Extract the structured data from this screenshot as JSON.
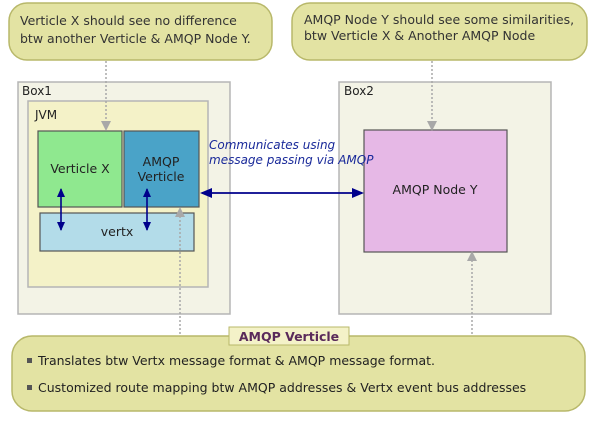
{
  "notes": {
    "left": {
      "line1": "Verticle X should see no difference",
      "line2": "btw another Verticle & AMQP Node Y."
    },
    "right": {
      "line1": "AMQP Node Y should see some similarities,",
      "line2": "btw Verticle X & Another AMQP Node"
    }
  },
  "boxes": {
    "box1": "Box1",
    "jvm": "JVM",
    "verticle_x": "Verticle X",
    "amqp_verticle_line1": "AMQP",
    "amqp_verticle_line2": "Verticle",
    "vertx": "vertx",
    "box2": "Box2",
    "amqp_node_y": "AMQP Node Y"
  },
  "communication": {
    "line1": "Communicates using",
    "line2": "message passing via AMQP"
  },
  "amqp_verticle_panel": {
    "title": "AMQP Verticle",
    "bullets": [
      "Translates btw Vertx message format & AMQP message format.",
      "Customized route mapping btw AMQP addresses & Vertx event bus addresses"
    ]
  },
  "colors": {
    "note_fill": "#e3e3a3",
    "note_stroke": "#b8b86a",
    "box_fill": "#f3f3e6",
    "box_stroke": "#b5b5b5",
    "jvm_fill": "#f4f2c8",
    "verticle_x_fill": "#8fe88f",
    "amqp_verticle_fill": "#4aa3c8",
    "vertx_fill": "#b3dce9",
    "amqp_node_fill": "#e6b8e6",
    "arrow_blue": "#00008b",
    "connector_gray": "#a8a8a8",
    "title_text": "#5a2a5a"
  }
}
